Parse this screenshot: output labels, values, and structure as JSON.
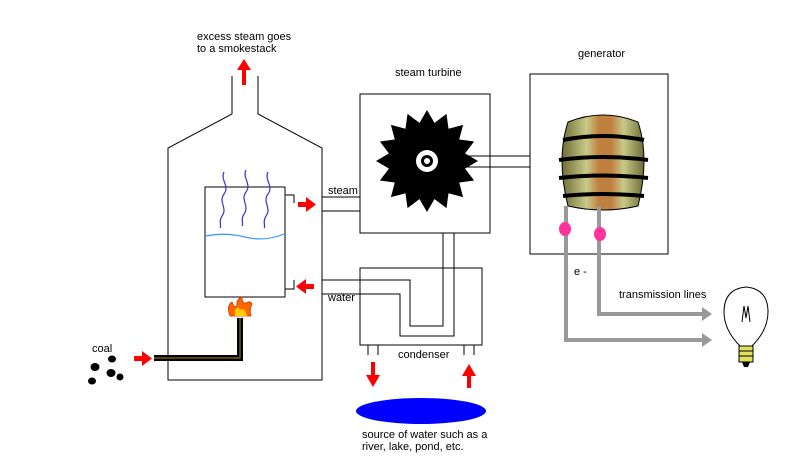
{
  "labels": {
    "smokestack_line1": "excess steam goes",
    "smokestack_line2": "to a smokestack",
    "steam_turbine": "steam turbine",
    "generator": "generator",
    "steam": "steam",
    "water": "water",
    "coal": "coal",
    "condenser": "condenser",
    "electron": "e -",
    "transmission_lines": "transmission lines",
    "source_line1": "source of water such as a",
    "source_line2": "river, lake, pond, etc."
  },
  "colors": {
    "arrow": "#ff0000",
    "flow_line": "#999999",
    "water_pool": "#0000ff",
    "vapor": "#3333cc",
    "water_surface": "#3399ff",
    "node": "#ff3399",
    "barrel_dark": "#8a8a4a",
    "barrel_light": "#c9c98a",
    "barrel_band": "#c08040",
    "flame": "#ff6600"
  }
}
